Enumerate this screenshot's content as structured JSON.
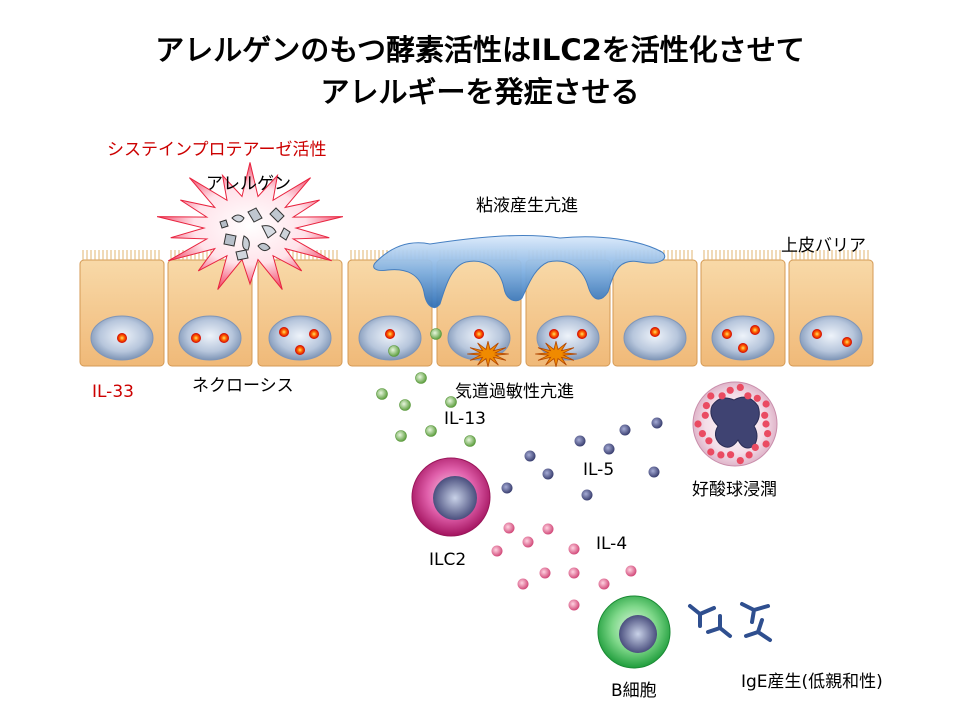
{
  "title": {
    "line1": "アレルゲンのもつ酵素活性はILC2を活性化させて",
    "line2": "アレルギーを発症させる"
  },
  "labels": {
    "protease": "システインプロテアーゼ活性",
    "allergen": "アレルゲン",
    "mucus": "粘液産生亢進",
    "epithelium": "上皮バリア",
    "il33": "IL-33",
    "necrosis": "ネクローシス",
    "hyperresponsiveness": "気道過敏性亢進",
    "il13": "IL-13",
    "il5": "IL-5",
    "eosinophil": "好酸球浸潤",
    "ilc2": "ILC2",
    "il4": "IL-4",
    "bcell": "B細胞",
    "ige": "IgE産生(低親和性)"
  },
  "colors": {
    "red_text": "#cc0000",
    "cell_fill": "#f6c98c",
    "mucus": "#5b9bd5",
    "il13_dot": "#7fbf5f",
    "il5_dot": "#4a4f82",
    "il4_dot": "#e06f93",
    "ilc2": "#c0257c",
    "bcell": "#3fb65a",
    "eosinophil_nucleus": "#3c3f6e",
    "antibody": "#2f4f8f"
  }
}
